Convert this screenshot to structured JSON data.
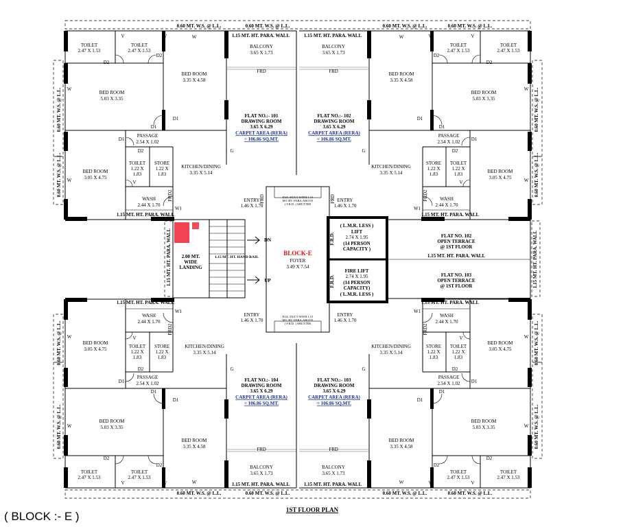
{
  "plan": {
    "title": "1ST FLOOR PLAN",
    "block_label": "( BLOCK :- E )",
    "ws": "0.60 MT. W.S. @ L.L.",
    "para": "1.15 MT. HT. PARA. WALL",
    "frd": "FRD",
    "frd2": "FRD2",
    "w": "W",
    "w1": "W1",
    "v": "V",
    "g": "G",
    "d1": "D1",
    "d2": "D2",
    "f_r_d": "F.R.D.",
    "toilet": {
      "name": "TOILET",
      "size": "2.47 X 1.53"
    },
    "toilet_small": {
      "name": "TOILET",
      "a": "1.22 X",
      "b": "1.83"
    },
    "store": {
      "name": "STORE",
      "a": "1.22 X",
      "b": "1.83"
    },
    "bed_535": {
      "name": "BED ROOM",
      "size": "5.03 X 3.35"
    },
    "bed_335": {
      "name": "BED ROOM",
      "size": "3.35 X 4.58"
    },
    "bed_305": {
      "name": "BED ROOM",
      "size": "3.05 X 4.75"
    },
    "balcony": {
      "name": "BALCONY",
      "size": "3.65 X 1.73"
    },
    "passage": {
      "name": "PASSAGE",
      "size": "2.54 X 1.02"
    },
    "wash": {
      "name": "WASH",
      "size": "2.44 X 1.70"
    },
    "kitchen": {
      "name": "KITCHEN/DINING",
      "size": "3.35 X 5.14"
    },
    "entry": {
      "name": "ENTRY",
      "size": "1.46 X 1.70"
    },
    "drawing": {
      "name": "DRAWING ROOM",
      "size": "3.65 X 6.29"
    },
    "carpet": {
      "label": "CARPET AREA (RERA)",
      "value": "= 106.86 SQ.MT."
    },
    "flats": {
      "f101": "FLAT NO.:- 101",
      "f102": "FLAT NO.:- 102",
      "f103": "FLAT NO.:- 103",
      "f104": "FLAT NO.:- 104"
    },
    "foyer": {
      "block": "BLOCK-E",
      "name": "FOYER",
      "size": "3.49 X 7.54"
    },
    "landing": {
      "a": "2.00 MT.",
      "b": "WIDE",
      "c": "LANDING"
    },
    "hand_rail": "1.15 MT. HT. HAND RAIL",
    "dn": "DN",
    "up": "UP",
    "lift": {
      "a": "( L.M.R. LESS )",
      "b": "LIFT",
      "c": "2.74 X 1.95",
      "d": "(14 PERSON",
      "e": "CAPACITY )"
    },
    "fire_lift": {
      "a": "FIRE LIFT",
      "b": "2.74 X 1.95",
      "c": "(14 PERSON",
      "d": "CAPACITY)",
      "e": "( L.M.R. LESS )"
    },
    "terrace102": {
      "a": "FLAT NO. 102",
      "b": "OPEN TERRACE",
      "c": "@ 1ST FLOOR"
    },
    "terrace103": {
      "a": "FLAT NO. 103",
      "b": "OPEN TERRACE",
      "c": "@ 1ST FLOOR"
    },
    "duct": {
      "a": "ELE. DUCT WITH 1.15",
      "b": "MT. HT. PARA.ABOVE",
      "c": "( F.R.D. ) SHUTTER"
    },
    "colors": {
      "accent_blue": "#1a2fa6",
      "block_red": "#d11111",
      "line": "#000000"
    }
  }
}
